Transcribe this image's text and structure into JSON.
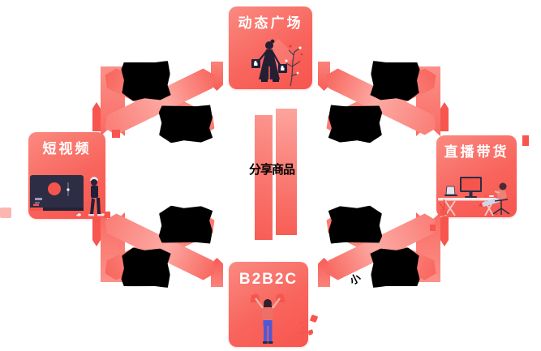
{
  "cards": {
    "top": {
      "label": "动态广场"
    },
    "left": {
      "label": "短视频"
    },
    "right": {
      "label": "直播带货"
    },
    "bottom": {
      "label": "B2B2C"
    }
  },
  "center": {
    "label": "分享商品"
  },
  "fragments": {
    "bottom_right": "小"
  },
  "colors": {
    "card_gradient_start": "#fa8a81",
    "card_gradient_end": "#f7554e",
    "ribbon": "#fa7e77",
    "ribbon_deep": "#f7554e",
    "label_text": "#ffffff",
    "center_text": "#000000",
    "garbled_label": "#000000",
    "illustration_dark": "#2d2d45",
    "accent_red": "#f4554d",
    "jeans_blue": "#4f59d8",
    "background": "#ffffff"
  },
  "icons": {
    "top": "dynamic-plaza-illustration",
    "left": "short-video-player-illustration",
    "right": "live-streaming-desk-illustration",
    "bottom": "b2b2c-shopper-illustration"
  }
}
